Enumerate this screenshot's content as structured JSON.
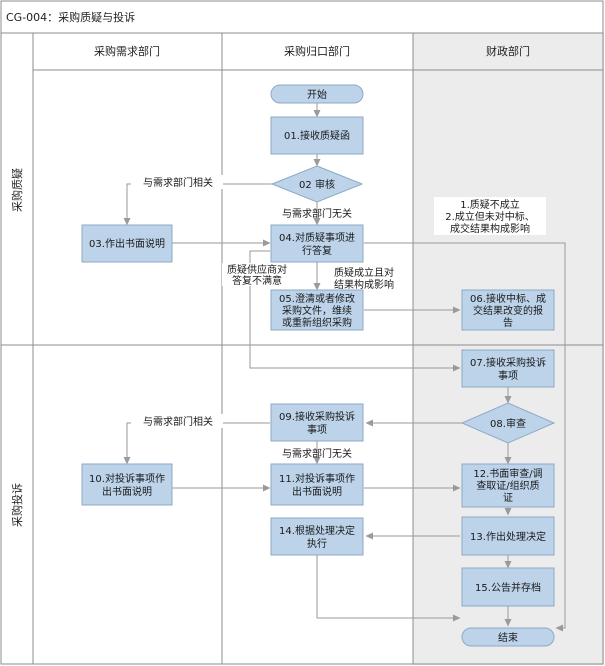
{
  "title": "CG-004：采购质疑与投诉",
  "columns": [
    {
      "id": "demand",
      "label": "采购需求部门"
    },
    {
      "id": "central",
      "label": "采购归口部门"
    },
    {
      "id": "finance",
      "label": "财政部门"
    }
  ],
  "phases": [
    {
      "id": "query",
      "label": "采购质疑"
    },
    {
      "id": "complaint",
      "label": "采购投诉"
    }
  ],
  "nodes": {
    "start": "开始",
    "n01": "01.接收质疑函",
    "n02": "02 审核",
    "n03": "03.作出书面说明",
    "n04": [
      "04.对质疑事项进",
      "行答复"
    ],
    "n05": [
      "05.澄清或者修改",
      "采购文件，维续",
      "或重新组织采购"
    ],
    "n06": [
      "06.接收中标、成",
      "交结果改变的报",
      "告"
    ],
    "n07": [
      "07.接收采购投诉",
      "事项"
    ],
    "n08": "08.审查",
    "n09": [
      "09.接收采购投诉",
      "事项"
    ],
    "n10": [
      "10.对投诉事项作",
      "出书面说明"
    ],
    "n11": [
      "11.对投诉事项作",
      "出书面说明"
    ],
    "n12": [
      "12.书面审查/调",
      "查取证/组织质",
      "证"
    ],
    "n13": "13.作出处理决定",
    "n14": [
      "14.根据处理决定",
      "执行"
    ],
    "n15": "15.公告并存档",
    "end": "结束"
  },
  "edge_labels": {
    "query_related": "与需求部门相关",
    "query_unrelated": "与需求部门无关",
    "query_not_valid": [
      "1.质疑不成立",
      "2.成立但未对中标、",
      "成交结果构成影响"
    ],
    "supplier_unsatisfied": [
      "质疑供应商对",
      "答复不满意"
    ],
    "query_valid_affects": [
      "质疑成立且对",
      "结果构成影响"
    ],
    "complaint_related": "与需求部门相关",
    "complaint_unrelated": "与需求部门无关"
  },
  "colors": {
    "node_fill": "#bcd3ea",
    "node_stroke": "#8ea9c6",
    "line": "#9a9a9a",
    "finance_bg": "#ececec",
    "border": "#8c8c8c"
  }
}
